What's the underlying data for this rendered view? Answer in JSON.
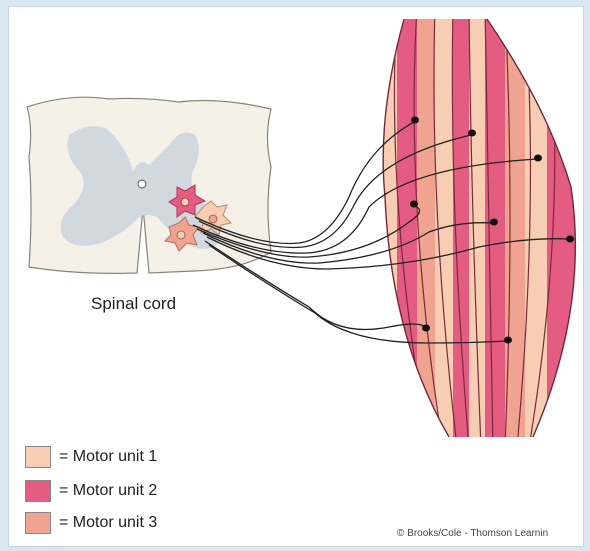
{
  "labels": {
    "spinal_cord": "Spinal cord",
    "copyright": "© Brooks/Cole - Thomson Learnin"
  },
  "legend": [
    {
      "text": "= Motor unit 1",
      "color": "#f7cdb3"
    },
    {
      "text": "= Motor unit 2",
      "color": "#e45c82"
    },
    {
      "text": "= Motor unit 3",
      "color": "#f0a390"
    }
  ],
  "colors": {
    "white_matter": "#f5f1e8",
    "gray_matter": "#d2d9de",
    "nerve": "#222222",
    "background": "#ffffff"
  }
}
